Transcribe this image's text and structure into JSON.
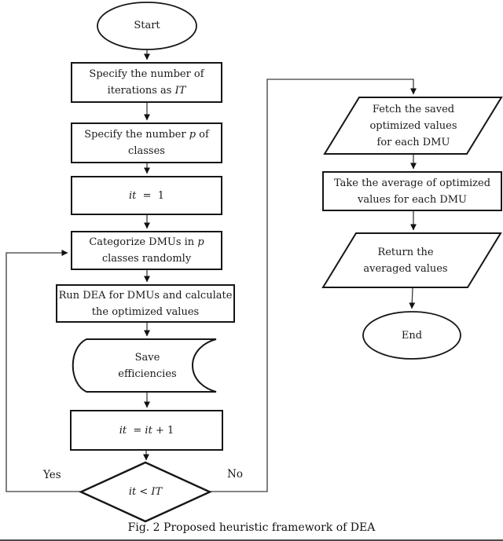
{
  "diagram": {
    "caption": "Fig. 2 Proposed heuristic framework of DEA",
    "branch_labels": {
      "yes": "Yes",
      "no": "No"
    },
    "nodes": {
      "start": {
        "text": "Start"
      },
      "specify_iterations": {
        "line1": "Specify the number of",
        "line2_pre": "iterations as ",
        "line2_var": "IT"
      },
      "specify_classes": {
        "line1_pre": "Specify the number ",
        "line1_var": "p",
        "line1_post": " of",
        "line2": "classes"
      },
      "init_iteration": {
        "var": "it",
        "rest": "  =  1"
      },
      "categorize": {
        "line1_pre": "Categorize DMUs in ",
        "line1_var": "p",
        "line2": "classes randomly"
      },
      "run_dea": {
        "line1": "Run DEA for DMUs and calculate",
        "line2": "the optimized values"
      },
      "save_efficiencies": {
        "line1": "Save",
        "line2": "efficiencies"
      },
      "increment": {
        "var1": "it",
        "mid": "  = ",
        "var2": "it",
        "post": " + 1"
      },
      "decision": {
        "var1": "it",
        "op": " < ",
        "var2": "IT"
      },
      "fetch_values": {
        "line1": "Fetch the saved",
        "line2": "optimized values",
        "line3": "for each DMU"
      },
      "take_average": {
        "line1": "Take the average of optimized",
        "line2": "values for each DMU"
      },
      "return_values": {
        "line1": "Return the",
        "line2": "averaged values"
      },
      "end": {
        "text": "End"
      }
    }
  }
}
